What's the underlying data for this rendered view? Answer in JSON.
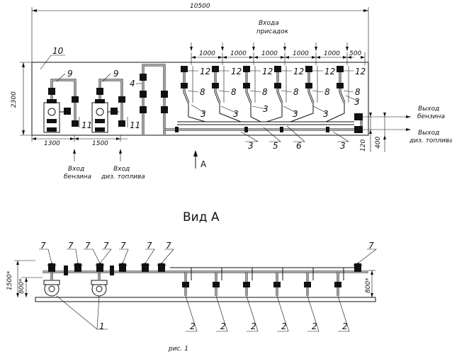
{
  "dimensions": {
    "total_length": "10500",
    "height": "2300",
    "left_1": "1300",
    "left_2": "1500",
    "top_1000": "1000",
    "top_500": "500",
    "right_120": "120",
    "right_400": "400",
    "side_1500": "1500*",
    "side_800": "800*"
  },
  "labels": {
    "additive_input": "Входа\nприсадок",
    "gasoline_input": "Вход\nбензина",
    "diesel_input": "Вход\nдиз. топлива",
    "gasoline_output": "Выход\nбензина",
    "diesel_output": "Выход\nдиз. топлива",
    "view_arrow": "A",
    "view_title": "Вид А",
    "caption": "рис. 1"
  },
  "callouts": {
    "n1": "1",
    "n2": "2",
    "n3": "3",
    "n4": "4",
    "n5": "5",
    "n6": "6",
    "n7": "7",
    "n8": "8",
    "n9": "9",
    "n10": "10",
    "n11": "11",
    "n12": "12"
  }
}
